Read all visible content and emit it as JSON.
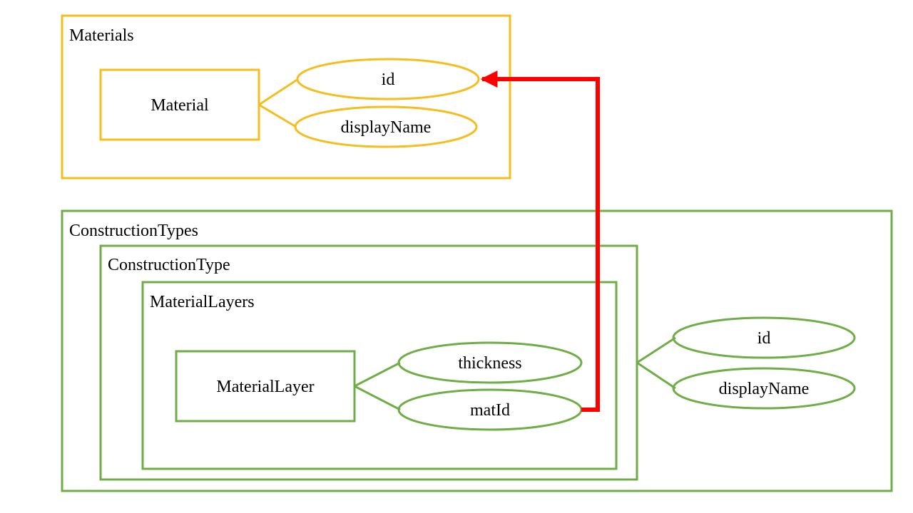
{
  "colors": {
    "materials": "#F5BE1E",
    "construction": "#70AD47",
    "reference": "#FF0000",
    "text": "#000000",
    "background": "#FFFFFF"
  },
  "materials_group": {
    "title": "Materials",
    "entity": "Material",
    "attributes": [
      "id",
      "displayName"
    ]
  },
  "construction_group": {
    "title": "ConstructionTypes",
    "type_container": {
      "title": "ConstructionType",
      "attributes": [
        "id",
        "displayName"
      ],
      "layers_container": {
        "title": "MaterialLayers",
        "entity": "MaterialLayer",
        "attributes": [
          "thickness",
          "matId"
        ]
      }
    }
  },
  "reference": {
    "from": "matId",
    "to": "id"
  }
}
